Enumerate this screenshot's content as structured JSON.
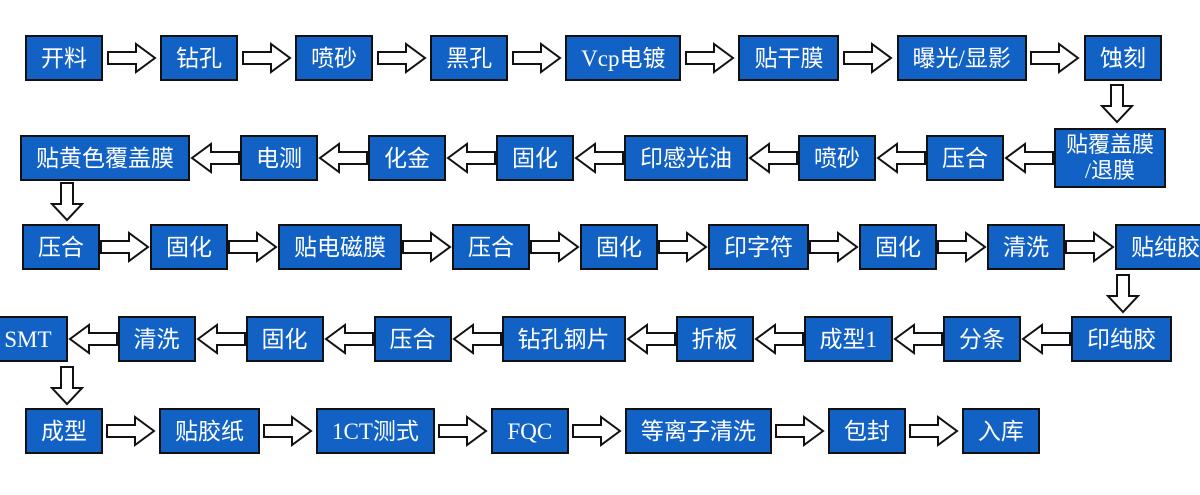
{
  "diagram": {
    "type": "flowchart",
    "subject": "pcb-process-flow",
    "background": "#FFFFFF",
    "colors": {
      "box_fill": "#1262C6",
      "box_border": "#111111",
      "box_text": "#FFFFFF",
      "arrow_fill": "#FFFFFF",
      "arrow_outline": "#111111"
    },
    "rows": [
      {
        "direction": "ltr",
        "steps": [
          "开料",
          "钻孔",
          "喷砂",
          "黑孔",
          "Vcp电镀",
          "贴干膜",
          "曝光/显影",
          "蚀刻"
        ]
      },
      {
        "direction": "rtl",
        "steps": [
          {
            "lines": [
              "贴覆盖膜",
              "/退膜"
            ]
          },
          "压合",
          "喷砂",
          "印感光油",
          "固化",
          "化金",
          "电测",
          "贴黄色覆盖膜"
        ]
      },
      {
        "direction": "ltr",
        "steps": [
          "压合",
          "固化",
          "贴电磁膜",
          "压合",
          "固化",
          "印字符",
          "固化",
          "清洗",
          "贴纯胶"
        ]
      },
      {
        "direction": "rtl",
        "steps": [
          "印纯胶",
          "分条",
          "成型1",
          "折板",
          "钻孔钢片",
          "压合",
          "固化",
          "清洗",
          "SMT"
        ]
      },
      {
        "direction": "ltr",
        "steps": [
          "成型",
          "贴胶纸",
          "1CT测式",
          "FQC",
          "等离子清洗",
          "包封",
          "入库"
        ]
      }
    ],
    "connectors": [
      {
        "from": "蚀刻",
        "to": "贴覆盖膜/退膜"
      },
      {
        "from": "贴黄色覆盖膜",
        "to": "压合"
      },
      {
        "from": "贴纯胶",
        "to": "印纯胶"
      },
      {
        "from": "SMT",
        "to": "成型"
      }
    ]
  }
}
